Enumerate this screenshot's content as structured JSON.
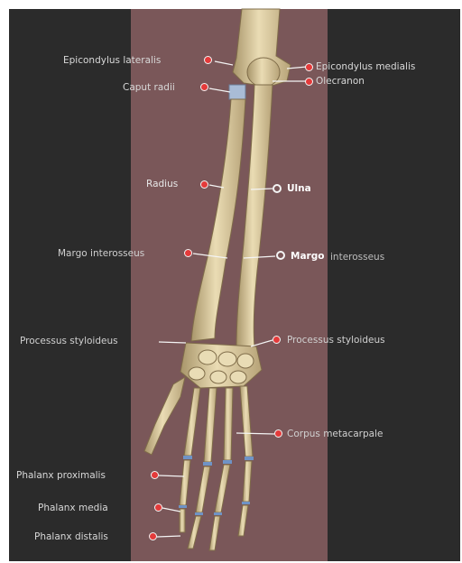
{
  "labels": {
    "epicondylus_lateralis": "Epicondylus lateralis",
    "epicondylus_medialis": "Epicondylus medialis",
    "olecranon": "Olecranon",
    "caput_radii": "Caput radii",
    "radius": "Radius",
    "ulna": "Ulna",
    "margo_left": "Margo interosseus",
    "margo_right_bold": "Margo",
    "margo_right_rest": "interosseus",
    "proc_left": "Processus styloideus",
    "proc_right": "Processus styloideus",
    "corpus": "Corpus metacarpale",
    "phalanx_proximalis": "Phalanx proximalis",
    "phalanx_media": "Phalanx media",
    "phalanx_distalis": "Phalanx distalis"
  },
  "colors": {
    "background": "#2b2b2b",
    "stripe": "#7a5759",
    "bone": "#e6d6ab",
    "bone_shade": "#a8956a",
    "marker": "#e43a3a",
    "label_text": "#dcdcdc",
    "cartilage": "#6f93c6"
  }
}
